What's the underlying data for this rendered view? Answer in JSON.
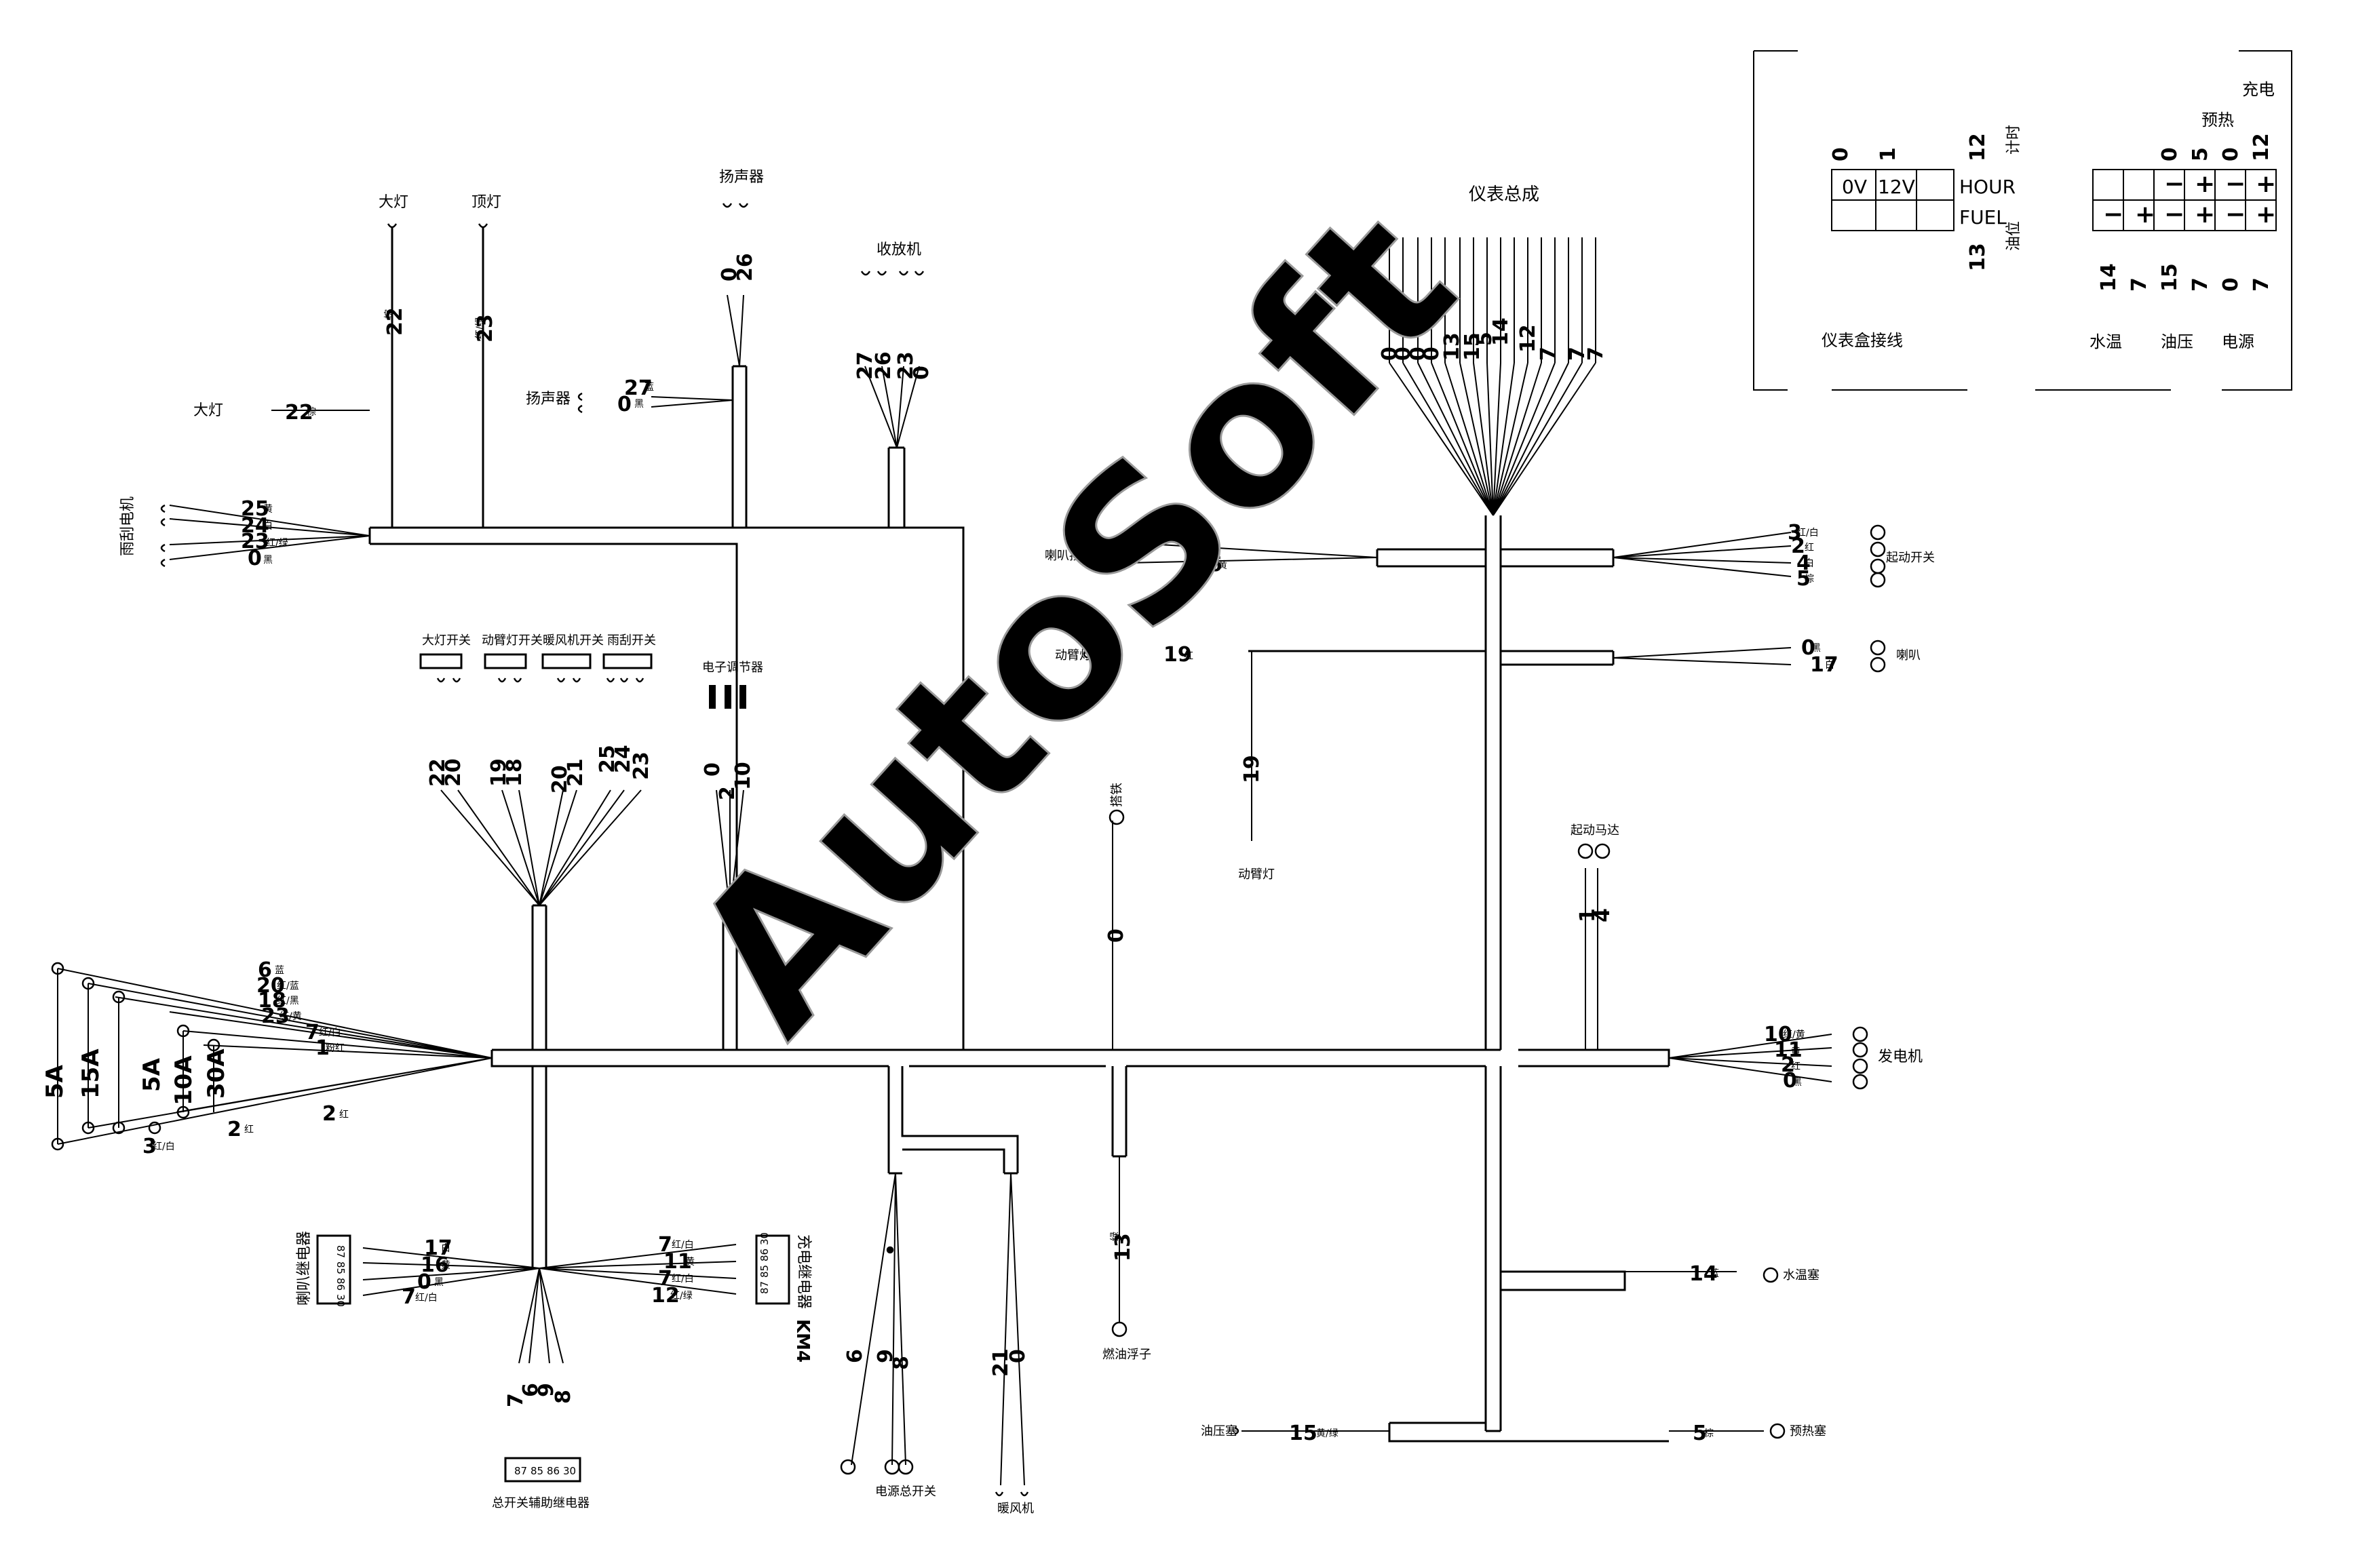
{
  "watermark": "AutoSoft",
  "labels": {
    "headlight_top": "大灯",
    "dome_light": "顶灯",
    "speaker_top": "扬声器",
    "radio": "收放机",
    "instrument_assembly": "仪表总成",
    "headlight_left": "大灯",
    "speaker_left": "扬声器",
    "wiper": "雨刮电机",
    "headlight_switch": "大灯开关",
    "boom_light_switch": "动臂灯开关",
    "heater_switch": "暖风机开关",
    "wiper_switch": "雨刮开关",
    "voltage_regulator": "电子调节器",
    "horn_button": "喇叭按钮",
    "boom_light_mid": "动臂灯",
    "ground": "搭铁",
    "boom_light_bottom": "动臂灯",
    "start_switch": "起动开关",
    "horn": "喇叭",
    "starter_motor": "起动马达",
    "alternator": "发电机",
    "horn_relay": "喇叭继电器",
    "charge_relay": "充电继电器",
    "km4": "KM4",
    "main_relay": "总开关辅助继电器",
    "power_switch": "电源总开关",
    "heater": "暖风机",
    "fuel_float": "燃油浮子",
    "water_temp_sensor": "水温塞",
    "oil_pressure_sensor": "油压塞",
    "preheat_plug": "预热塞",
    "instrument_box": "仪表盒接线",
    "water_temp": "水温",
    "oil_pressure": "油压",
    "power": "电源",
    "charge": "充电",
    "preheat": "预热",
    "timer": "计时",
    "fuel_level": "油位",
    "panel_0v": "0V",
    "panel_12v": "12V",
    "panel_hour": "HOUR",
    "panel_fuel": "FUEL"
  },
  "fuses": [
    "5A",
    "15A",
    "5A",
    "10A",
    "30A"
  ],
  "relay_pins": [
    "87",
    "85",
    "86",
    "30"
  ],
  "wires": {
    "w22": "22",
    "w23": "23",
    "w26": "26",
    "w27": "27",
    "w25": "25",
    "w24": "24",
    "w0": "0",
    "w13": "13",
    "w15": "15",
    "w14": "14",
    "w12": "12",
    "w7": "7",
    "w5": "5",
    "w20": "20",
    "w19": "19",
    "w18": "18",
    "w21": "21",
    "w2": "2",
    "w10": "10",
    "w16": "16",
    "w3": "3",
    "w17": "17",
    "w6": "6",
    "w1": "1",
    "w11": "11",
    "w4": "4",
    "w9": "9",
    "w8": "8"
  },
  "colors": {
    "brown": "棕",
    "red_green": "红/绿",
    "black": "黑",
    "red": "红",
    "yellow": "黄",
    "white": "白",
    "red_white": "红/白",
    "red_yellow": "红/黄",
    "blue": "蓝",
    "red_black": "红/黑",
    "pink_red": "粉红",
    "green": "绿",
    "yellow_green": "黄/绿",
    "red_blue": "红/蓝",
    "pink": "粉"
  }
}
